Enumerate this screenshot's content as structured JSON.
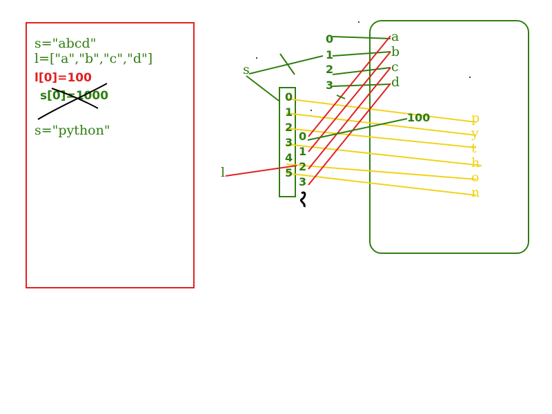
{
  "code": {
    "line1": "s=\"abcd\"",
    "line2": "l=[\"a\",\"b\",\"c\",\"d\"]",
    "line3": "l[0]=100",
    "line4": "s[0]=1000",
    "line5": "s=\"python\""
  },
  "vars": {
    "s": "s",
    "l": "l"
  },
  "abcd_indexes": [
    "0",
    "1",
    "2",
    "3"
  ],
  "abcd_chars": [
    "a",
    "b",
    "c",
    "d"
  ],
  "python_indexes": [
    "0",
    "1",
    "2",
    "3",
    "4",
    "5"
  ],
  "python_chars": [
    "p",
    "y",
    "t",
    "h",
    "o",
    "n"
  ],
  "list_indexes": [
    "0",
    "1",
    "2",
    "3"
  ],
  "value_100": "100",
  "colors": {
    "green": "#2e7d0f",
    "red": "#e02020",
    "yellow": "#f2d21a",
    "black": "#000000"
  }
}
